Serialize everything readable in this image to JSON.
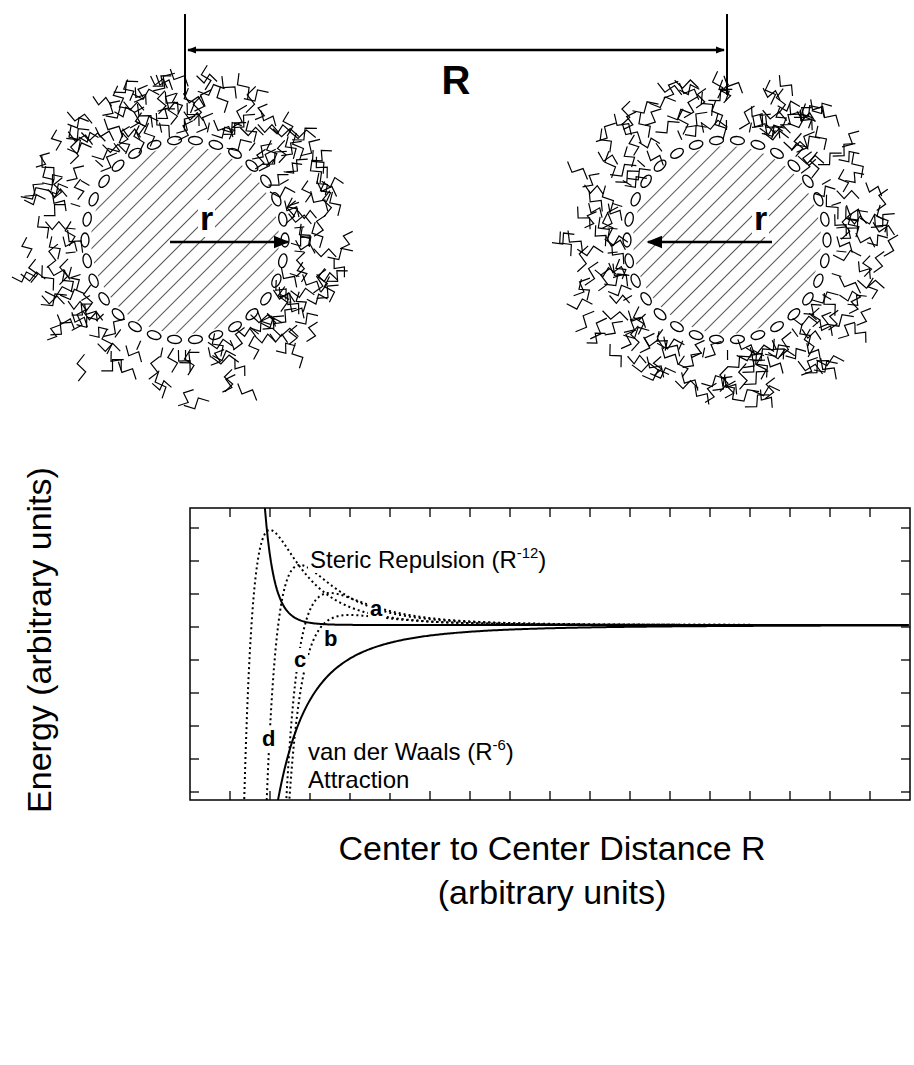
{
  "diagram": {
    "labels": [
      "R",
      "r",
      "r",
      "Steric Repulsion (R",
      "-12",
      ")",
      "a",
      "b",
      "c",
      "d",
      "van der Waals (R",
      "-6",
      ")",
      "Attraction",
      "Energy (arbitrary units)",
      "Center to Center Distance R",
      "(arbitrary units)"
    ]
  }
}
